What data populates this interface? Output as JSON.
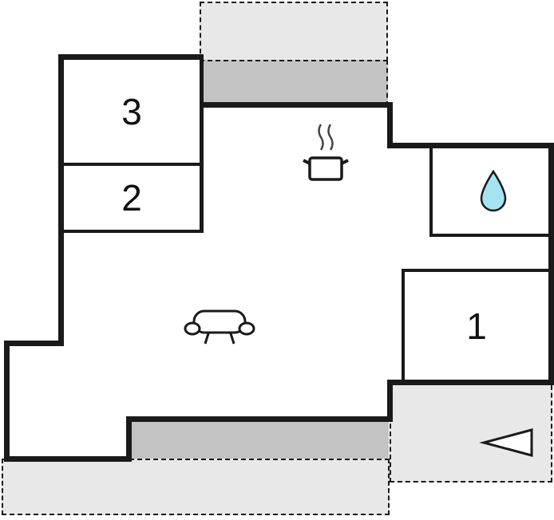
{
  "floorplan": {
    "title": "floor-plan",
    "rooms": [
      {
        "id": "room-3",
        "label": "3"
      },
      {
        "id": "room-2",
        "label": "2"
      },
      {
        "id": "room-1",
        "label": "1"
      }
    ],
    "icons": [
      {
        "name": "cooking-pot-icon"
      },
      {
        "name": "sofa-icon"
      },
      {
        "name": "water-drop-icon"
      },
      {
        "name": "entrance-arrow-icon"
      }
    ],
    "colors": {
      "wall": "#1a1a1a",
      "terrace": "#e8e8e8",
      "covered_terrace": "#c3c3c3",
      "water_drop_fill": "#a5e3f2",
      "background": "#ffffff"
    }
  }
}
